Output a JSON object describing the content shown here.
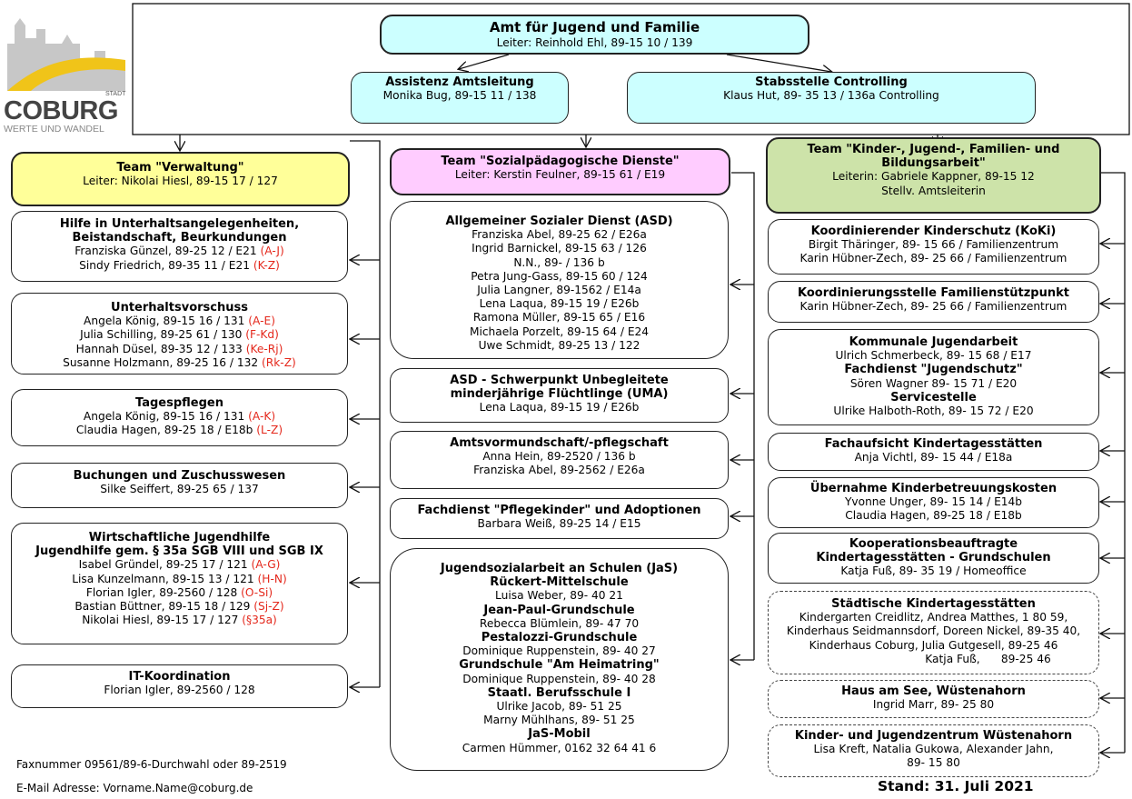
{
  "logo": {
    "city_small": "STADT",
    "city": "COBURG",
    "tagline": "WERTE UND WANDEL"
  },
  "top": {
    "title": "Amt für Jugend und Familie",
    "line": "Leiter: Reinhold Ehl, 89-15 10 / 139"
  },
  "assistenz": {
    "title": "Assistenz Amtsleitung",
    "line": "Monika Bug, 89-15 11 / 138"
  },
  "stabsstelle": {
    "title": "Stabsstelle Controlling",
    "line": "Klaus Hut, 89- 35 13 / 136a Controlling"
  },
  "team_verwaltung": {
    "title": "Team \"Verwaltung\"",
    "line": "Leiter: Nikolai Hiesl, 89-15 17 / 127"
  },
  "team_sozial": {
    "title": "Team \"Sozialpädagogische Dienste\"",
    "line": "Leiter: Kerstin Feulner, 89-15 61 / E19"
  },
  "team_kinder": {
    "title1": "Team \"Kinder-, Jugend-, Familien- und",
    "title2": "Bildungsarbeit\"",
    "line1": "Leiterin: Gabriele Kappner, 89-15 12",
    "line2": "Stellv. Amtsleiterin"
  },
  "left": {
    "unterhalt": {
      "title1": "Hilfe in Unterhaltsangelegenheiten,",
      "title2": "Beistandschaft, Beurkundungen",
      "p1": "Franziska Günzel, 89-25 12 / E21",
      "r1": "(A-J)",
      "p2": "Sindy Friedrich, 89-35 11 / E21",
      "r2": "(K-Z)"
    },
    "vorschuss": {
      "title": "Unterhaltsvorschuss",
      "p1": "Angela König, 89-15 16 / 131",
      "r1": "(A-E)",
      "p2": "Julia Schilling, 89-25 61 / 130",
      "r2": "(F-Kd)",
      "p3": "Hannah Düsel, 89-35 12 / 133",
      "r3": "(Ke-Rj)",
      "p4": "Susanne Holzmann, 89-25 16 / 132",
      "r4": "(Rk-Z)"
    },
    "tagespflegen": {
      "title": "Tagespflegen",
      "p1": "Angela König, 89-15 16 / 131",
      "r1": "(A-K)",
      "p2": "Claudia Hagen, 89-25 18 / E18b",
      "r2": "(L-Z)"
    },
    "buchungen": {
      "title": "Buchungen und Zuschusswesen",
      "p1": "Silke Seiffert, 89-25 65 / 137"
    },
    "wirtschaft": {
      "title1": "Wirtschaftliche Jugendhilfe",
      "title2": "Jugendhilfe gem. § 35a SGB VIII und SGB IX",
      "p1": "Isabel Gründel, 89-25 17 / 121",
      "r1": "(A-G)",
      "p2": "Lisa Kunzelmann, 89-15 13 / 121",
      "r2": "(H-N)",
      "p3": "Florian Igler, 89-2560 / 128",
      "r3": "(O-Si)",
      "p4": "Bastian Büttner, 89-15 18 / 129",
      "r4": "(Sj-Z)",
      "p5": "Nikolai Hiesl, 89-15 17 / 127",
      "r5": "(§35a)"
    },
    "it": {
      "title": "IT-Koordination",
      "p1": "Florian Igler, 89-2560 / 128"
    }
  },
  "middle": {
    "asd": {
      "title": "Allgemeiner Sozialer Dienst (ASD)",
      "people": [
        "Franziska Abel, 89-25 62 / E26a",
        "Ingrid Barnickel, 89-15 63 / 126",
        "N.N., 89-  / 136 b",
        "Petra Jung-Gass, 89-15 60 / 124",
        "Julia Langner, 89-1562 / E14a",
        "Lena Laqua, 89-15 19 / E26b",
        "Ramona Müller, 89-15 65 / E16",
        "Michaela Porzelt, 89-15 64 / E24",
        "Uwe Schmidt, 89-25 13 / 122"
      ]
    },
    "uma": {
      "title1": "ASD - Schwerpunkt Unbegleitete",
      "title2": "minderjährige Flüchtlinge (UMA)",
      "p1": "Lena Laqua, 89-15 19 / E26b"
    },
    "amtsvormund": {
      "title": "Amtsvormundschaft/-pflegschaft",
      "p1": "Anna Hein, 89-2520 / 136 b",
      "p2": "Franziska Abel, 89-2562 /   E26a"
    },
    "pflegekinder": {
      "title": "Fachdienst \"Pflegekinder\" und Adoptionen",
      "p1": "Barbara Weiß, 89-25 14 / E15"
    },
    "jas": {
      "title": "Jugendsozialarbeit an Schulen (JaS)",
      "s1": "Rückert-Mittelschule",
      "p1": "Luisa Weber, 89- 40 21",
      "s2": "Jean-Paul-Grundschule",
      "p2": "Rebecca Blümlein, 89- 47 70",
      "s3": "Pestalozzi-Grundschule",
      "p3": "Dominique Ruppenstein, 89- 40 27",
      "s4": "Grundschule \"Am Heimatring\"",
      "p4": "Dominique Ruppenstein, 89- 40 28",
      "s5": "Staatl. Berufsschule I",
      "p5a": "Ulrike Jacob, 89- 51 25",
      "p5b": "Marny Mühlhans, 89- 51 25",
      "s6": "JaS-Mobil",
      "p6": "Carmen Hümmer, 0162 32 64 41 6"
    }
  },
  "right": {
    "koki": {
      "title": "Koordinierender Kinderschutz (KoKi)",
      "p1": "Birgit Thäringer, 89- 15 66 / Familienzentrum",
      "p2": "Karin Hübner-Zech, 89- 25 66 / Familienzentrum"
    },
    "familienstuetz": {
      "title": "Koordinierungsstelle Familienstützpunkt",
      "p1": "Karin Hübner-Zech, 89- 25 66 / Familienzentrum"
    },
    "jugendarbeit": {
      "t1": "Kommunale Jugendarbeit",
      "p1": "Ulrich Schmerbeck, 89- 15 68 / E17",
      "t2": "Fachdienst \"Jugendschutz\"",
      "p2": "Sören Wagner 89- 15 71 / E20",
      "t3": "Servicestelle",
      "p3": "Ulrike Halboth-Roth, 89- 15 72 / E20"
    },
    "fachaufsicht": {
      "title": "Fachaufsicht Kindertagesstätten",
      "p1": "Anja Vichtl, 89- 15 44 / E18a"
    },
    "uebernahme": {
      "title": "Übernahme Kinderbetreuungskosten",
      "p1": "Yvonne Unger, 89- 15 14 / E14b",
      "p2": "Claudia Hagen, 89-25 18 / E18b"
    },
    "kooperation": {
      "title1": "Kooperationsbeauftragte",
      "title2": "Kindertagesstätten - Grundschulen",
      "p1": "Katja Fuß, 89- 35 19 / Homeoffice"
    },
    "staedtisch": {
      "title": "Städtische Kindertagesstätten",
      "p1": "Kindergarten Creidlitz, Andrea Matthes, 1 80 59,",
      "p2": "Kinderhaus Seidmannsdorf, Doreen Nickel, 89-35 40,",
      "p3": "Kinderhaus Coburg, Julia Gutgesell, 89-25 46",
      "p4a": "Katja Fuß,",
      "p4b": "89-25 46"
    },
    "hausamsee": {
      "title": "Haus am See, Wüstenahorn",
      "p1": "Ingrid Marr, 89- 25 80"
    },
    "jugendzentrum": {
      "title": "Kinder- und Jugendzentrum Wüstenahorn",
      "p1": "Lisa Kreft, Natalia Gukowa, Alexander Jahn,",
      "p2": "89- 15 80"
    }
  },
  "footer": {
    "fax": "Faxnummer  09561/89-6-Durchwahl oder 89-2519",
    "email": "E-Mail Adresse: Vorname.Name@coburg.de",
    "stand": "Stand: 31. Juli 2021"
  }
}
